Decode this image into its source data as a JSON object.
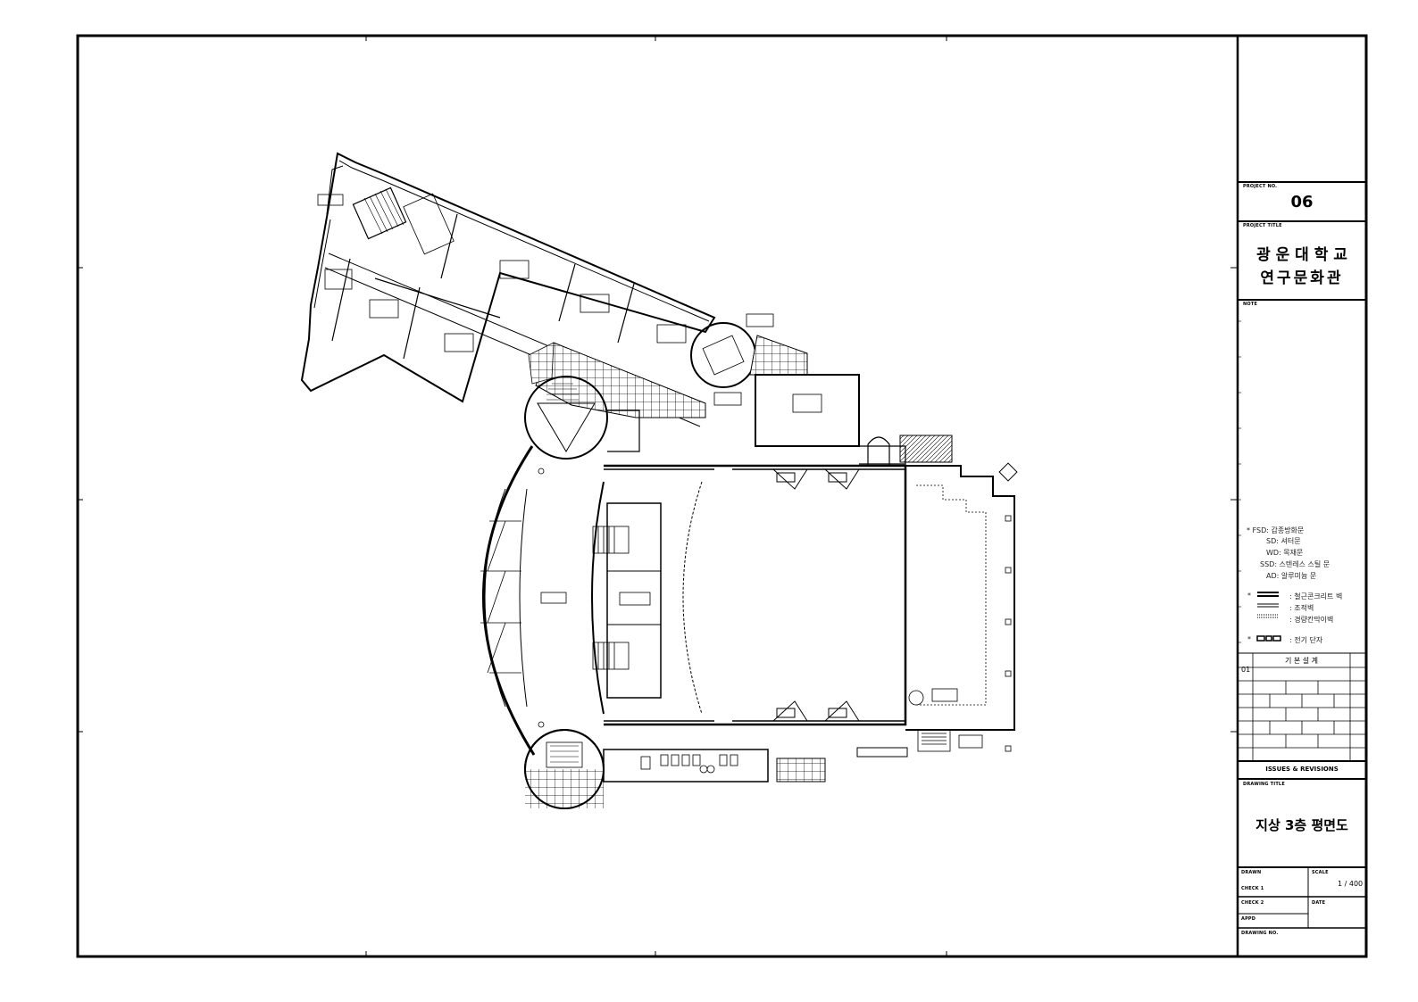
{
  "title_block": {
    "project_no_label": "PROJECT NO.",
    "project_no": "06",
    "project_title_label": "PROJECT TITLE",
    "project_title_line1": "광 운 대 학 교",
    "project_title_line2": "연구문화관",
    "note_label": "NOTE",
    "legend_doors": [
      "* FSD: 갑종방화문",
      "SD: 셔터문",
      "WD: 목재문",
      "SSD: 스텐레스 스틸 문",
      "AD: 알루미늄 문"
    ],
    "legend_walls": [
      ": 철근콘크리트 벽",
      ": 조적벽",
      ": 경량칸막이벽"
    ],
    "legend_elec": ": 전기 단자",
    "revision_no": "01",
    "revision_desc": "기 본 설 계",
    "issues_label": "ISSUES & REVISIONS",
    "drawing_title_label": "DRAWING TITLE",
    "drawing_title": "지상 3층 평면도",
    "drawn_label": "DRAWN",
    "scale_label": "SCALE",
    "scale_value": "1 / 400",
    "check1_label": "CHECK 1",
    "check2_label": "CHECK 2",
    "date_label": "DATE",
    "appd_label": "APPD",
    "drawing_no_label": "DRAWING NO."
  }
}
